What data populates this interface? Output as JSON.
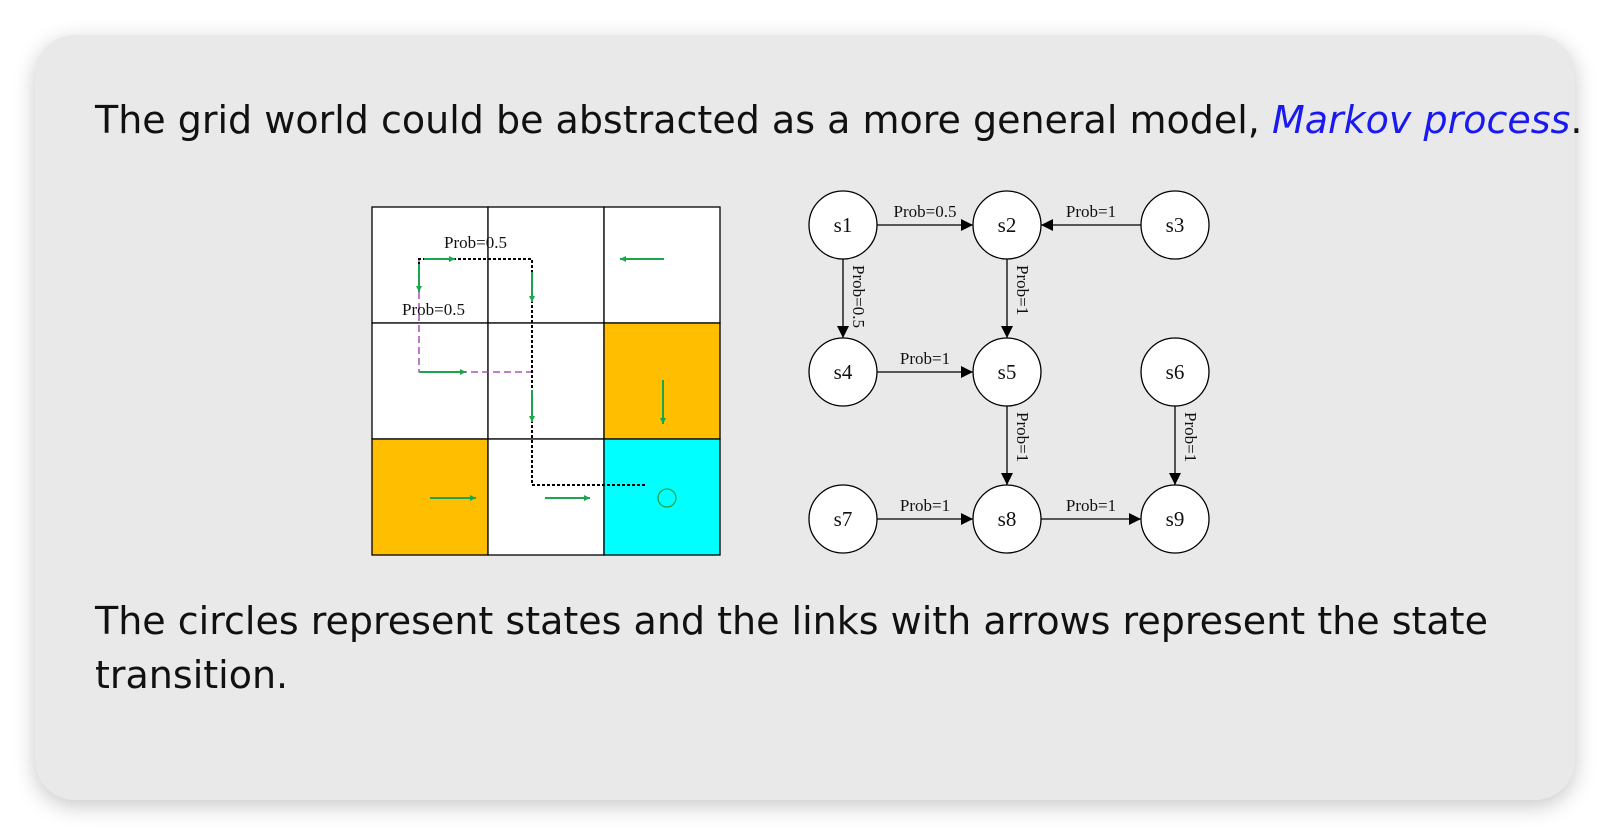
{
  "headline": {
    "text": "The grid world could be abstracted as a more general model, ",
    "term": "Markov process",
    "period": "."
  },
  "caption": "The circles represent states and the links with arrows represent the state transition.",
  "grid": {
    "colors": {
      "forbidden": "#ffbf00",
      "target": "#00ffff",
      "arrow": "#1aa64a",
      "path": "#000000",
      "alt_path": "#9933aa"
    },
    "cells": [
      [
        "white",
        "white",
        "white"
      ],
      [
        "white",
        "white",
        "forbidden"
      ],
      [
        "forbidden",
        "white",
        "target"
      ]
    ],
    "labels": {
      "top_path": "Prob=0.5",
      "left_path": "Prob=0.5"
    }
  },
  "graph": {
    "nodes": [
      "s1",
      "s2",
      "s3",
      "s4",
      "s5",
      "s6",
      "s7",
      "s8",
      "s9"
    ],
    "edges": [
      {
        "from": "s1",
        "to": "s2",
        "label": "Prob=0.5"
      },
      {
        "from": "s3",
        "to": "s2",
        "label": "Prob=1"
      },
      {
        "from": "s1",
        "to": "s4",
        "label": "Prob=0.5"
      },
      {
        "from": "s2",
        "to": "s5",
        "label": "Prob=1"
      },
      {
        "from": "s4",
        "to": "s5",
        "label": "Prob=1"
      },
      {
        "from": "s5",
        "to": "s8",
        "label": "Prob=1"
      },
      {
        "from": "s6",
        "to": "s9",
        "label": "Prob=1"
      },
      {
        "from": "s7",
        "to": "s8",
        "label": "Prob=1"
      },
      {
        "from": "s8",
        "to": "s9",
        "label": "Prob=1"
      }
    ]
  }
}
